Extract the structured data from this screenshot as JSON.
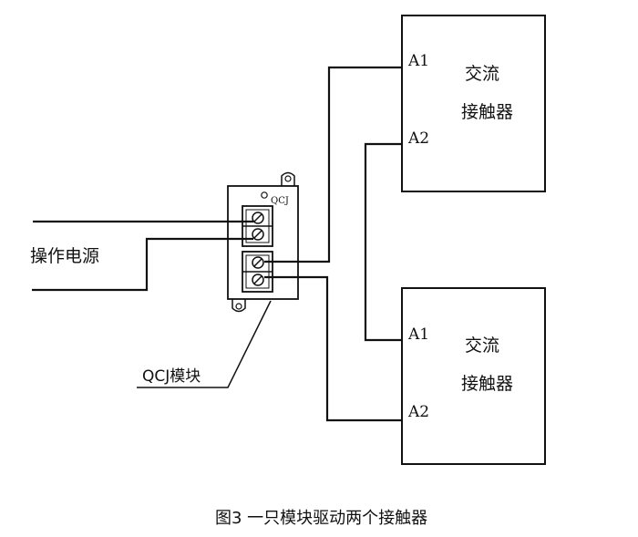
{
  "source_label": "操作电源",
  "module": {
    "top_label": "QCJ",
    "callout_label": "QCJ模块"
  },
  "contactors": [
    {
      "text_line1": "交流",
      "text_line2": "接触器",
      "terminal_a1": "A1",
      "terminal_a2": "A2"
    },
    {
      "text_line1": "交流",
      "text_line2": "接触器",
      "terminal_a1": "A1",
      "terminal_a2": "A2"
    }
  ],
  "caption": "图3 一只模块驱动两个接触器"
}
